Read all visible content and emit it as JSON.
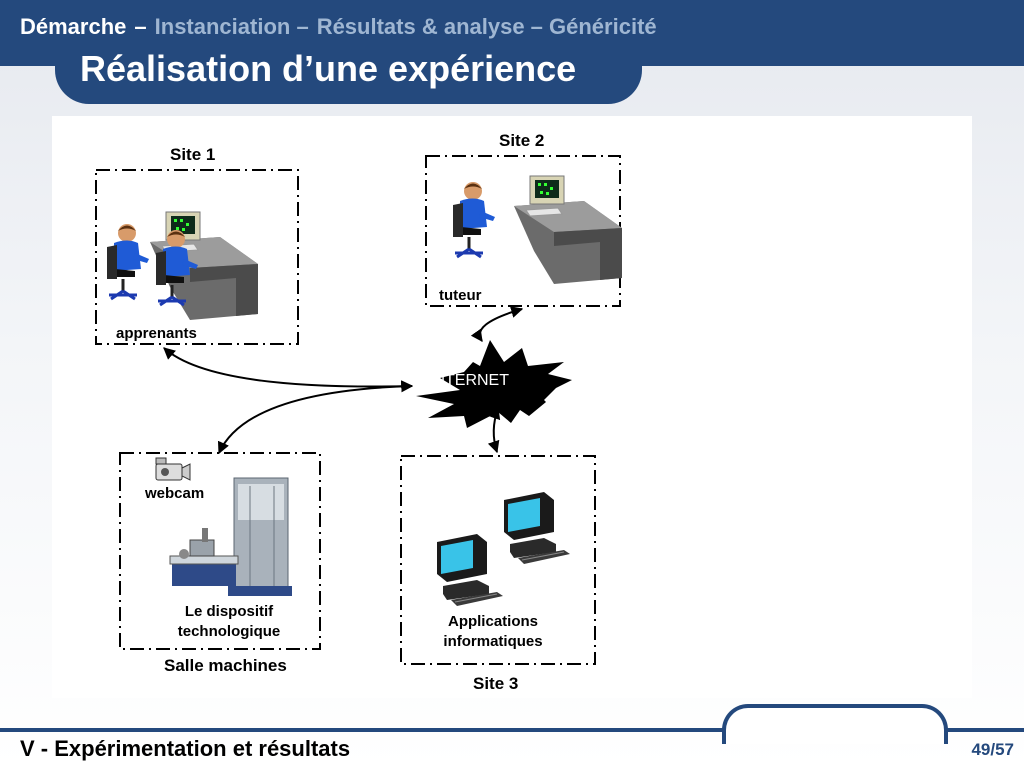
{
  "header": {
    "breadcrumb": {
      "item1": "Démarche",
      "sep1": "–",
      "item2": "Instanciation –",
      "item3": "Résultats & analyse – Généricité"
    },
    "title": "Réalisation d’une expérience"
  },
  "diagram": {
    "site1": {
      "label": "Site 1",
      "role": "apprenants"
    },
    "site2": {
      "label": "Site 2",
      "role": "tuteur"
    },
    "internet": "INTERNET",
    "salle": {
      "label": "Salle machines",
      "webcam": "webcam",
      "device_line1": "Le dispositif",
      "device_line2": "technologique"
    },
    "site3": {
      "label": "Site 3",
      "apps_line1": "Applications",
      "apps_line2": "informatiques"
    }
  },
  "footer": {
    "section": "V - Expérimentation et résultats",
    "page": "49/57"
  },
  "colors": {
    "brand": "#24497d",
    "inactive": "#9fb6d2",
    "screen": "#39c3e8"
  },
  "icons": [
    "workstation-icon",
    "webcam-icon",
    "machine-icon",
    "computer-icon",
    "explosion-shape"
  ]
}
